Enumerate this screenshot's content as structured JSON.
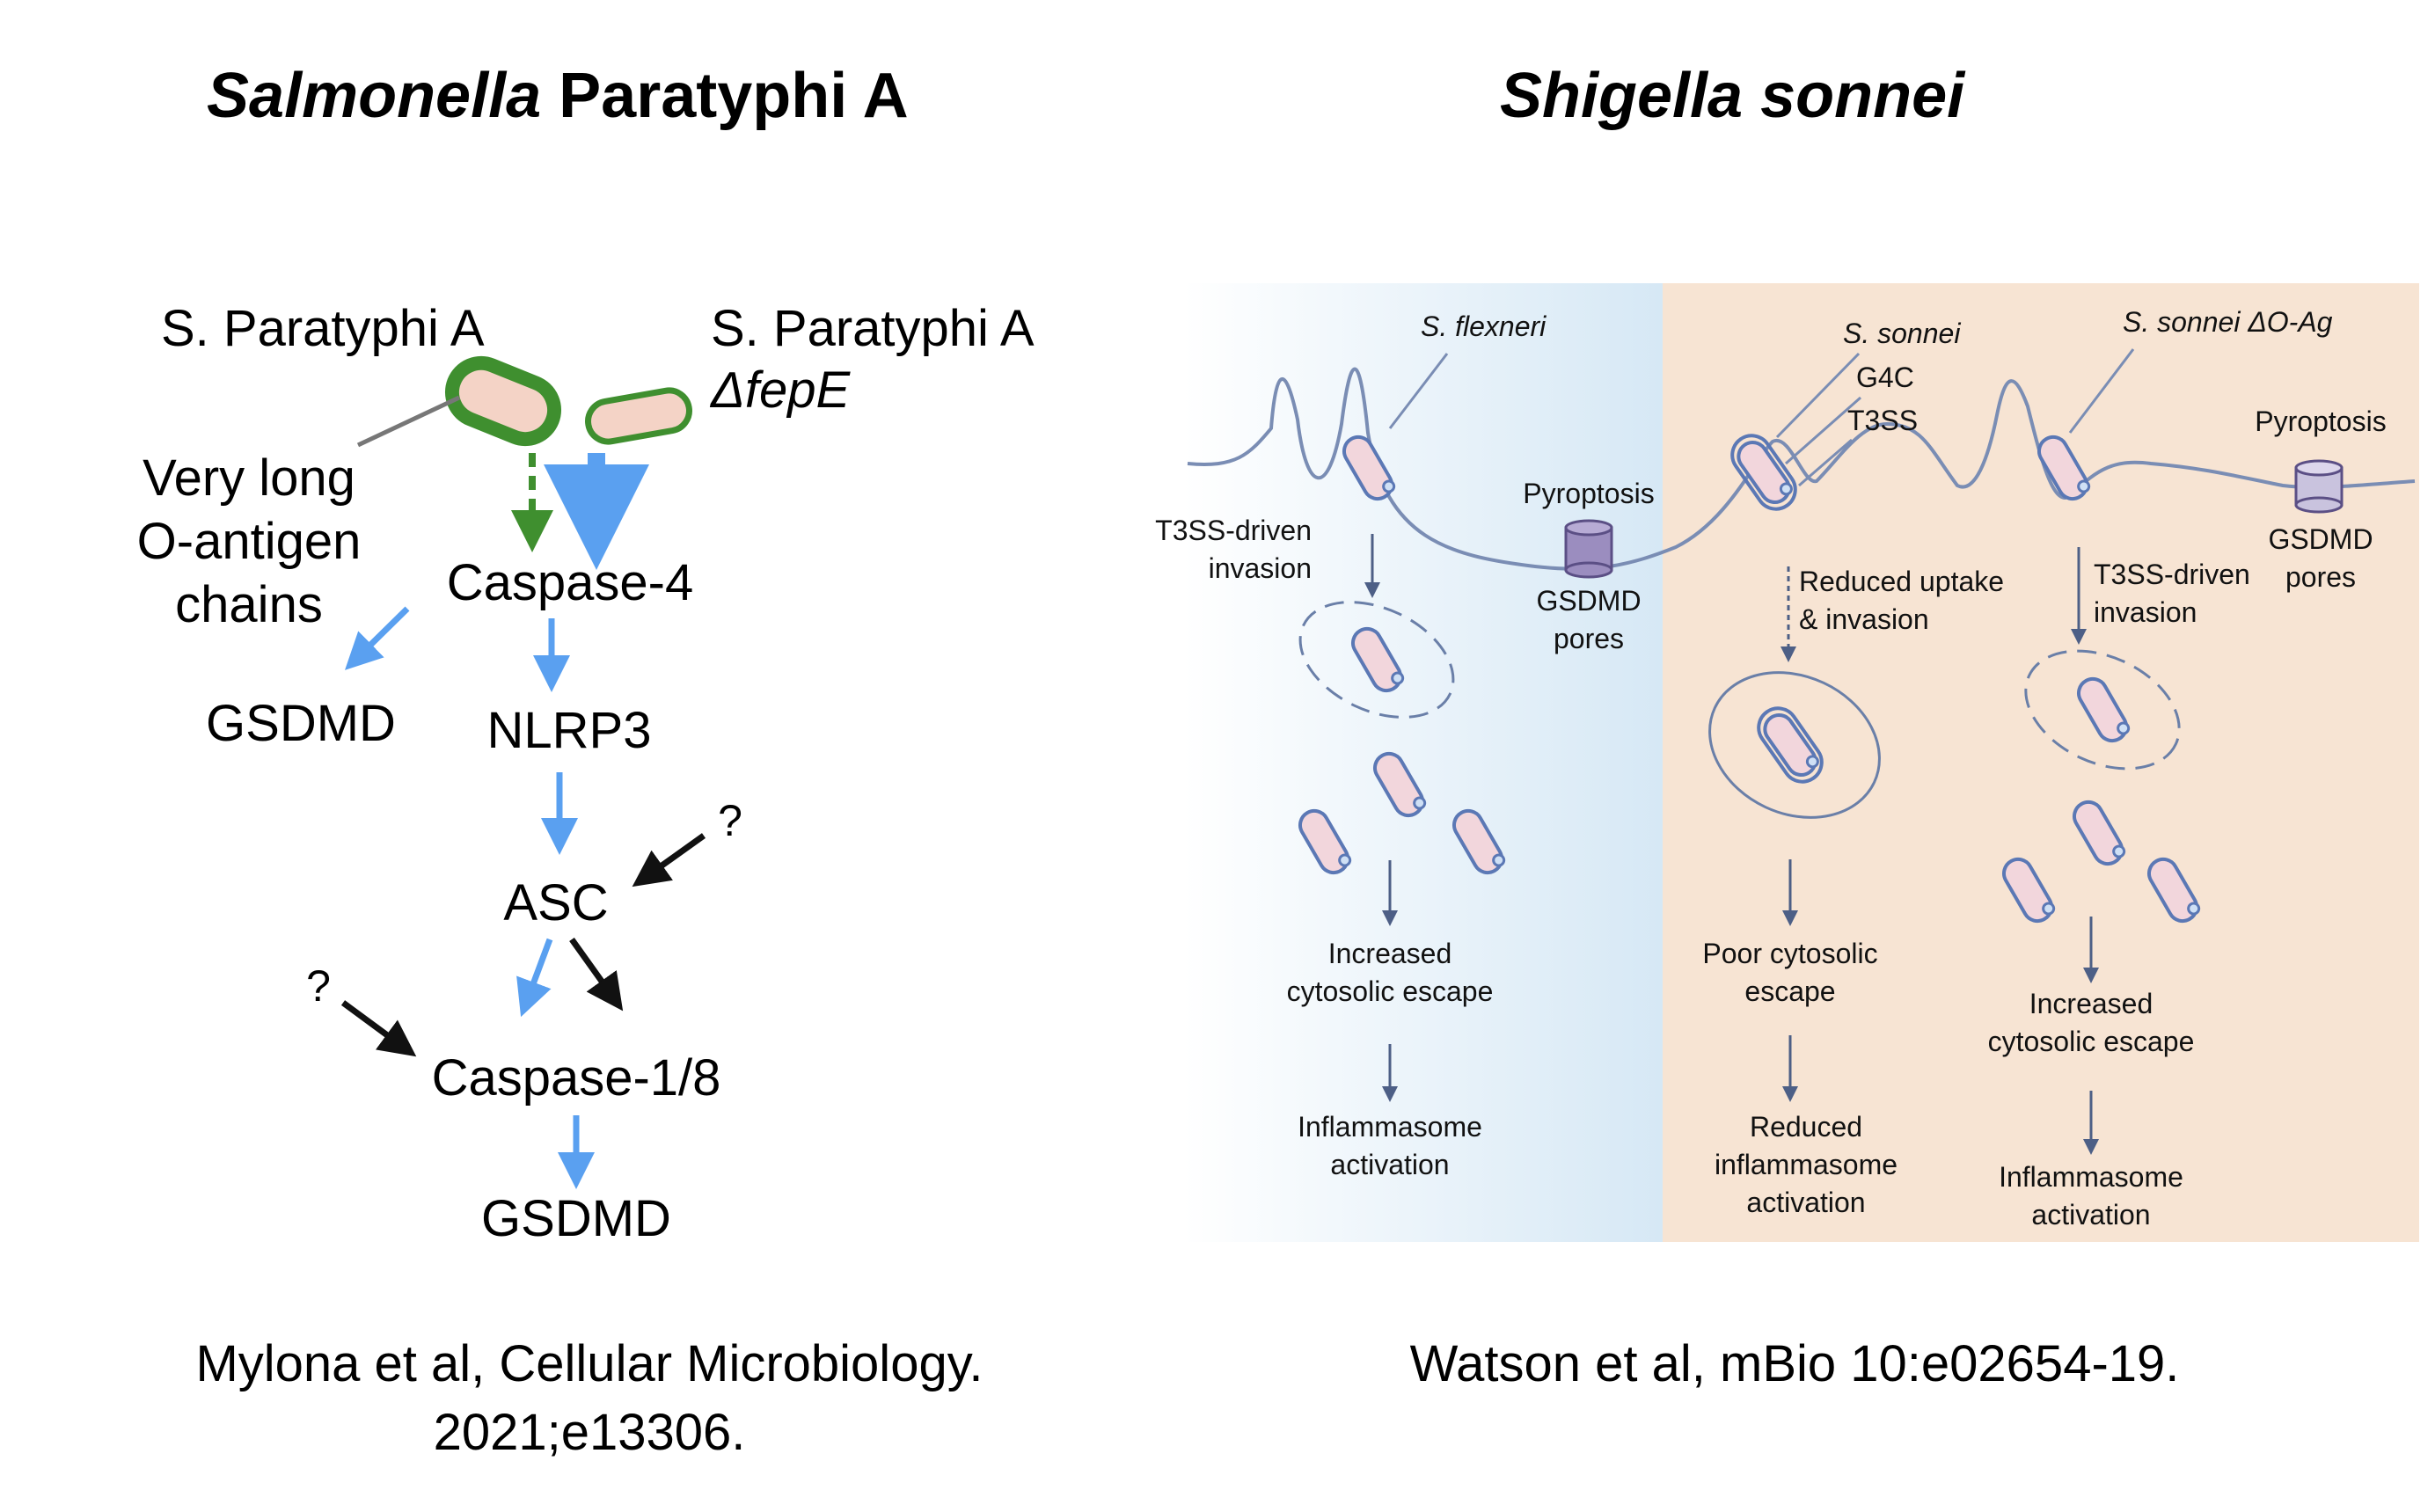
{
  "left": {
    "title_italic": "Salmonella",
    "title_rest": " Paratyphi A",
    "citation_line1": "Mylona et al, Cellular Microbiology.",
    "citation_line2": "2021;e13306.",
    "diagram": {
      "strain_wt": "S. Paratyphi A",
      "strain_mut_line1": "S. Paratyphi A",
      "strain_mut_line2": "ΔfepE",
      "o_antigen": [
        "Very long",
        "O-antigen",
        "chains"
      ],
      "caspase4": "Caspase-4",
      "gsdmd_left": "GSDMD",
      "nlrp3": "NLRP3",
      "asc": "ASC",
      "question1": "?",
      "question2": "?",
      "caspase18": "Caspase-1/8",
      "gsdmd_bottom": "GSDMD",
      "colors": {
        "blue": "#5aa0f0",
        "green": "#3f8f2f",
        "black": "#111111"
      }
    }
  },
  "right": {
    "title": "Shigella sonnei",
    "citation": "Watson et al, mBio 10:e02654-19.",
    "diagram": {
      "s_flexneri": "S. flexneri",
      "s_sonnei": "S. sonnei",
      "g4c": "G4C",
      "t3ss": "T3SS",
      "s_sonnei_dOAg": "S. sonnei ΔO-Ag",
      "pyroptosis_1": "Pyroptosis",
      "pores_1_line1": "GSDMD",
      "pores_1_line2": "pores",
      "pyroptosis_2": "Pyroptosis",
      "pores_2_line1": "GSDMD",
      "pores_2_line2": "pores",
      "t3ss_invasion_1": [
        "T3SS-driven",
        "invasion"
      ],
      "t3ss_invasion_2": [
        "T3SS-driven",
        "invasion"
      ],
      "reduced_uptake": [
        "Reduced uptake",
        "& invasion"
      ],
      "increased_escape_1": [
        "Increased",
        "cytosolic escape"
      ],
      "poor_escape": [
        "Poor cytosolic",
        "escape"
      ],
      "increased_escape_2": [
        "Increased",
        "cytosolic escape"
      ],
      "inflammasome_1": [
        "Inflammasome",
        "activation"
      ],
      "reduced_inflammasome": [
        "Reduced",
        "inflammasome",
        "activation"
      ],
      "inflammasome_2": [
        "Inflammasome",
        "activation"
      ],
      "colors": {
        "panel_blue": "#dcebf6",
        "panel_peach": "#f7e4d3",
        "line": "#6a7fa8",
        "cell_fill": "#f2d6dc"
      }
    }
  }
}
